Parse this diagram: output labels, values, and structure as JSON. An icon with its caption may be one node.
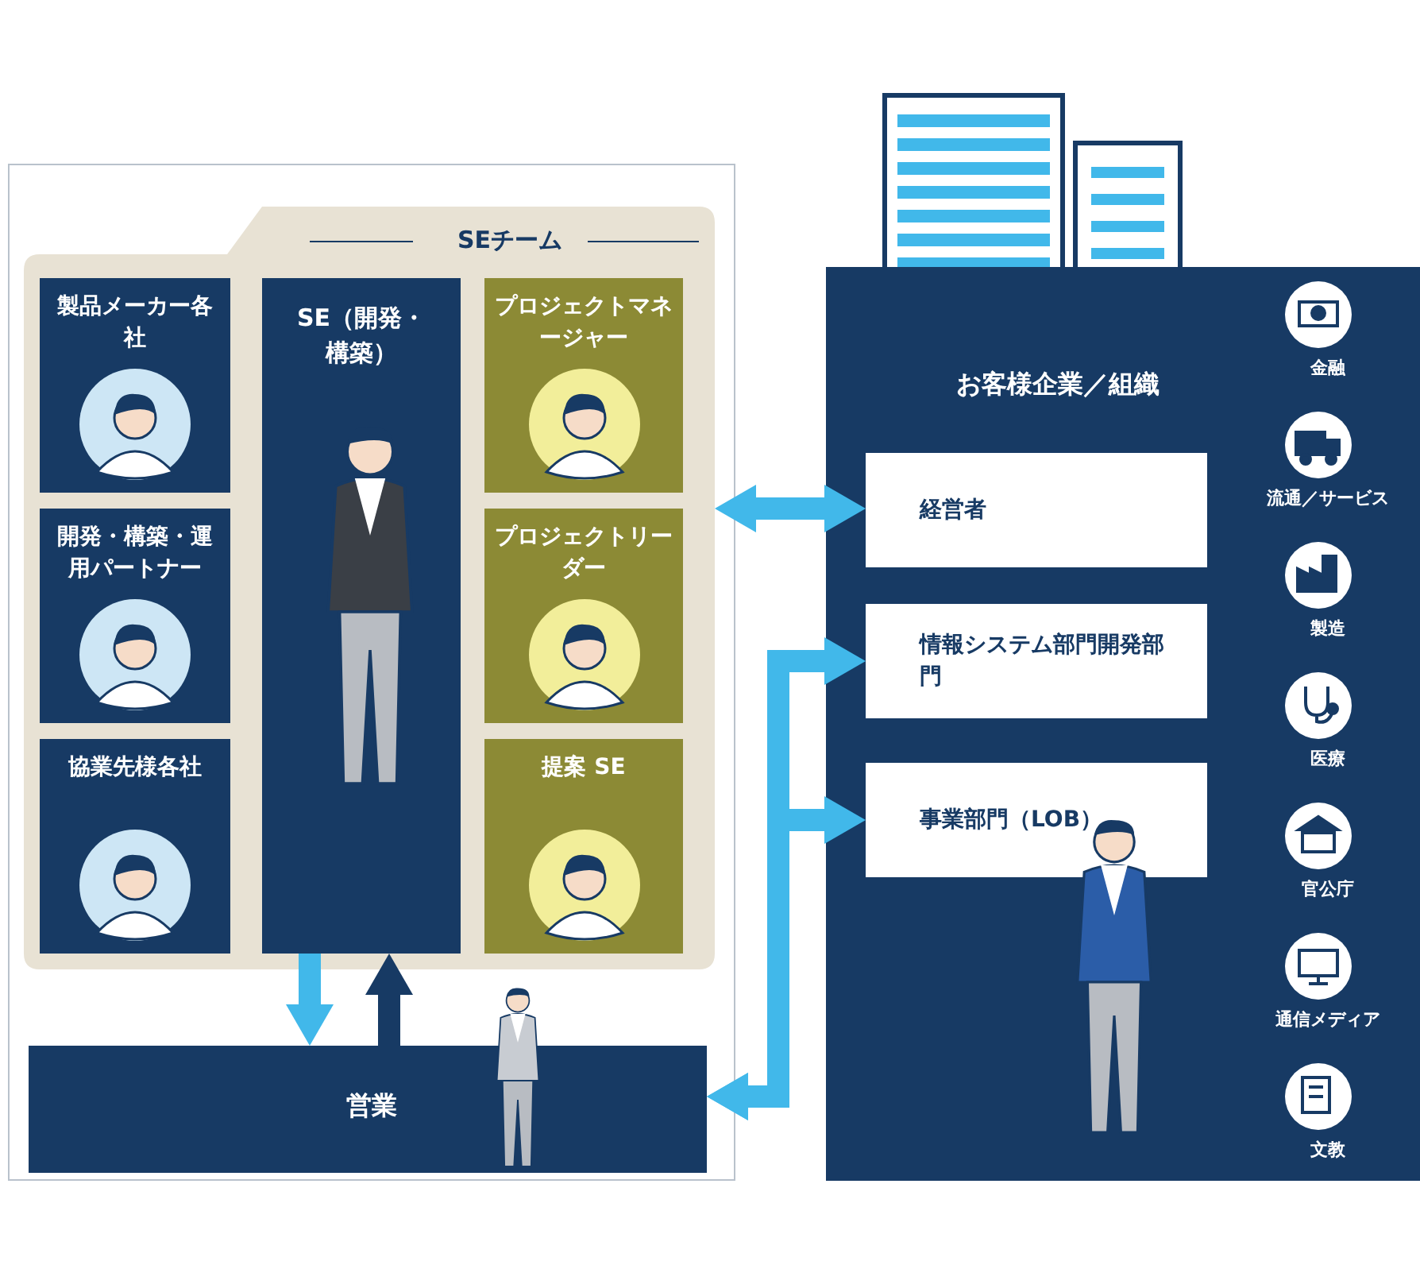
{
  "diagram": {
    "nodes": [
      {
        "text": [
          "SEチーム"
        ]
      },
      {
        "text": [
          "製品メーカー各社"
        ],
        "in": 0
      },
      {
        "text": [
          "開発・構築・運用パートナー"
        ],
        "in": 0
      },
      {
        "text": [
          "協業先様各社"
        ],
        "in": 0
      },
      {
        "text": [
          "SE（開発・構築）"
        ],
        "in": 0
      },
      {
        "text": [
          "プロジェクトマネージャー"
        ],
        "in": 0
      },
      {
        "text": [
          "プロジェクトリーダー"
        ],
        "in": 0
      },
      {
        "text": [
          "提案 SE"
        ],
        "in": 0
      },
      {
        "text": [
          "営業"
        ]
      },
      {
        "text": [
          "お客様企業／組織"
        ]
      },
      {
        "text": [
          "経営者"
        ],
        "in": 9
      },
      {
        "text": [
          "情報システム部門開発部門"
        ],
        "in": 9
      },
      {
        "text": [
          "事業部門（LOB）"
        ],
        "in": 9
      }
    ],
    "edges": [
      {
        "from": 0,
        "to": 10,
        "arrow": "both"
      },
      {
        "from": 8,
        "to": 11,
        "arrow": "both"
      },
      {
        "from": 8,
        "to": 12,
        "arrow": "both"
      },
      {
        "from": 4,
        "to": 8,
        "arrow": "to"
      },
      {
        "from": 8,
        "to": 4,
        "arrow": "to",
        "color": "#173a64"
      }
    ],
    "labels": [
      "金融",
      "流通／サービス",
      "製造",
      "医療",
      "官公庁",
      "通信メディア",
      "文教"
    ]
  }
}
